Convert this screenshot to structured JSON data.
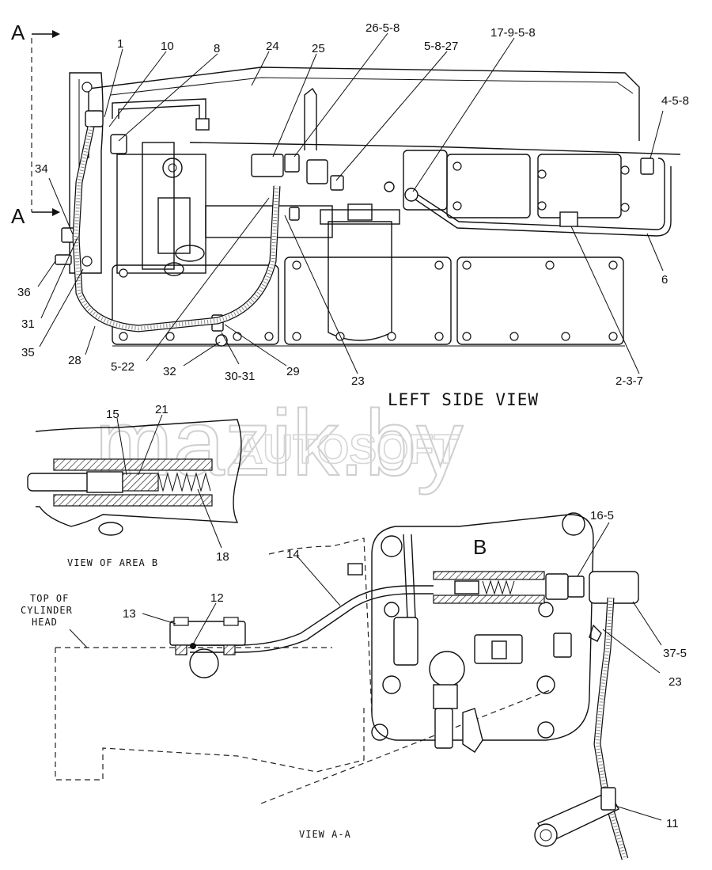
{
  "titles": {
    "left_side_view": "LEFT SIDE VIEW",
    "view_area_b": "VIEW OF AREA B",
    "view_aa": "VIEW A-A",
    "top_of_cylinder_head": [
      "TOP OF",
      "CYLINDER",
      "HEAD"
    ],
    "area_marker": "B",
    "section_a_top": "A",
    "section_a_bottom": "A"
  },
  "watermark": {
    "main": "mazik.by",
    "secondary": "AUTOSOFT"
  },
  "callouts": {
    "c1": "1",
    "c10": "10",
    "c8": "8",
    "c24": "24",
    "c25": "25",
    "c26_5_8": "26-5-8",
    "c5_8_27": "5-8-27",
    "c17_9_5_8": "17-9-5-8",
    "c4_5_8": "4-5-8",
    "c34": "34",
    "c6": "6",
    "c36": "36",
    "c31": "31",
    "c35": "35",
    "c28": "28",
    "c5_22": "5-22",
    "c32": "32",
    "c30_31": "30-31",
    "c29": "29",
    "c23_top": "23",
    "c2_3_7": "2-3-7",
    "c15": "15",
    "c21": "21",
    "c18": "18",
    "c14": "14",
    "c16_5": "16-5",
    "c13": "13",
    "c12": "12",
    "c37_5": "37-5",
    "c23_bottom": "23",
    "c11": "11"
  }
}
